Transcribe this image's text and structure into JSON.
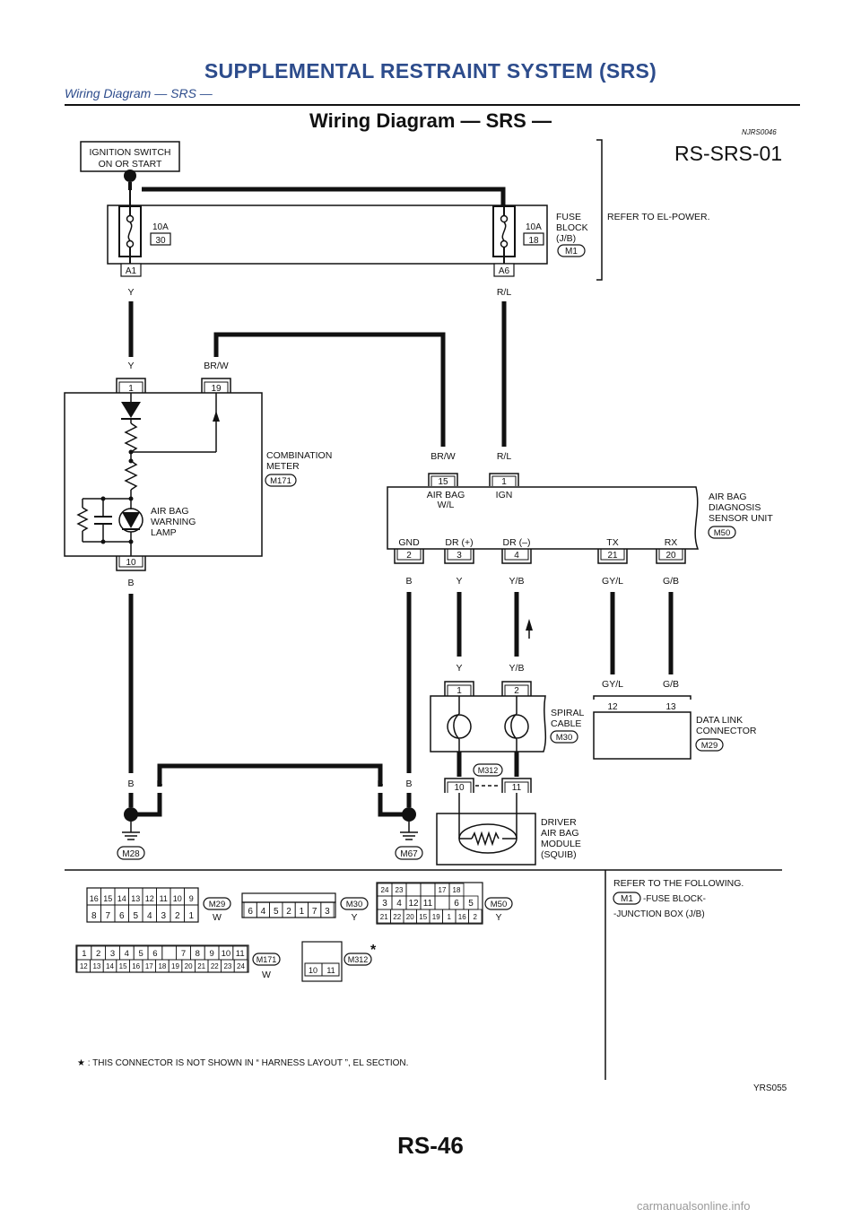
{
  "header": {
    "title": "SUPPLEMENTAL RESTRAINT SYSTEM (SRS)",
    "subtitle": "Wiring Diagram — SRS —"
  },
  "page_title": "Wiring Diagram — SRS —",
  "ref_code": "NJRS0046",
  "diagram_code": "RS-SRS-01",
  "ignition": {
    "label_1": "IGNITION SWITCH",
    "label_2": "ON OR START"
  },
  "fuse_block": {
    "label_1": "FUSE",
    "label_2": "BLOCK",
    "label_3": "(J/B)",
    "connector": "M1",
    "fuse_left": {
      "rating": "10A",
      "number": "30",
      "terminal": "A1",
      "wire": "Y"
    },
    "fuse_right": {
      "rating": "10A",
      "number": "18",
      "terminal": "A6",
      "wire": "R/L"
    },
    "refer": "REFER TO EL-POWER."
  },
  "combination_meter": {
    "label_1": "COMBINATION",
    "label_2": "METER",
    "connector": "M171",
    "pin_1": "1",
    "pin_19": "19",
    "pin_10": "10",
    "wire_pin1": "Y",
    "wire_pin19": "BR/W",
    "wire_pin10": "B",
    "lamp_1": "AIR BAG",
    "lamp_2": "WARNING",
    "lamp_3": "LAMP"
  },
  "diagnosis_unit": {
    "label_1": "AIR BAG",
    "label_2": "DIAGNOSIS",
    "label_3": "SENSOR UNIT",
    "connector": "M50",
    "top_pins": [
      {
        "pin": "15",
        "wire": "BR/W",
        "name_1": "AIR BAG",
        "name_2": "W/L"
      },
      {
        "pin": "1",
        "wire": "R/L",
        "name_1": "IGN",
        "name_2": ""
      }
    ],
    "bottom_pins": [
      {
        "pin": "2",
        "name": "GND",
        "wire": "B"
      },
      {
        "pin": "3",
        "name": "DR (+)",
        "wire": "Y"
      },
      {
        "pin": "4",
        "name": "DR (–)",
        "wire": "Y/B"
      },
      {
        "pin": "21",
        "name": "TX",
        "wire": "GY/L"
      },
      {
        "pin": "20",
        "name": "RX",
        "wire": "G/B"
      }
    ]
  },
  "spiral_cable": {
    "label_1": "SPIRAL",
    "label_2": "CABLE",
    "connector": "M30",
    "pin_1": "1",
    "pin_2": "2",
    "wire_1": "Y",
    "wire_2": "Y/B"
  },
  "data_link": {
    "label_1": "DATA LINK",
    "label_2": "CONNECTOR",
    "connector": "M29",
    "pin_12": "12",
    "pin_13": "13",
    "wire_12": "GY/L",
    "wire_13": "G/B"
  },
  "driver_module": {
    "label_1": "DRIVER",
    "label_2": "AIR BAG",
    "label_3": "MODULE",
    "label_4": "(SQUIB)",
    "connector": "M312",
    "pin_10": "10",
    "pin_11": "11"
  },
  "grounds": {
    "left": "M28",
    "right": "M67",
    "wire": "B"
  },
  "connector_views": {
    "m29": {
      "id": "M29",
      "color": "W",
      "row1": [
        "16",
        "15",
        "14",
        "13",
        "12",
        "11",
        "10",
        "9"
      ],
      "row2": [
        "8",
        "7",
        "6",
        "5",
        "4",
        "3",
        "2",
        "1"
      ]
    },
    "m30": {
      "id": "M30",
      "color": "Y",
      "row": [
        "6",
        "4",
        "5",
        "2",
        "1",
        "7",
        "3"
      ]
    },
    "m50": {
      "id": "M50",
      "color": "Y",
      "row1": [
        "24",
        "23",
        "",
        "",
        "17",
        "18"
      ],
      "row2": [
        "3",
        "4",
        "12",
        "11",
        "",
        "6",
        "5"
      ],
      "row3": [
        "21",
        "22",
        "20",
        "15",
        "19",
        "1",
        "16",
        "2"
      ]
    },
    "m171": {
      "id": "M171",
      "color": "W",
      "row1": [
        "1",
        "2",
        "3",
        "4",
        "5",
        "6",
        "",
        "7",
        "8",
        "9",
        "10",
        "11"
      ],
      "row2": [
        "12",
        "13",
        "14",
        "15",
        "16",
        "17",
        "18",
        "19",
        "20",
        "21",
        "22",
        "23",
        "24"
      ]
    },
    "m312": {
      "id": "M312",
      "pins": [
        "10",
        "11"
      ],
      "star": "*"
    }
  },
  "refer_following": {
    "line_1": "REFER TO THE FOLLOWING.",
    "conn": "M1",
    "line_2": "-FUSE BLOCK-",
    "line_3": "-JUNCTION BOX (J/B)"
  },
  "footnote": "★ : THIS CONNECTOR IS NOT SHOWN IN “ HARNESS LAYOUT ”, EL SECTION.",
  "image_code": "YRS055",
  "page_number": "RS-46",
  "watermark": "carmanualsonline.info"
}
